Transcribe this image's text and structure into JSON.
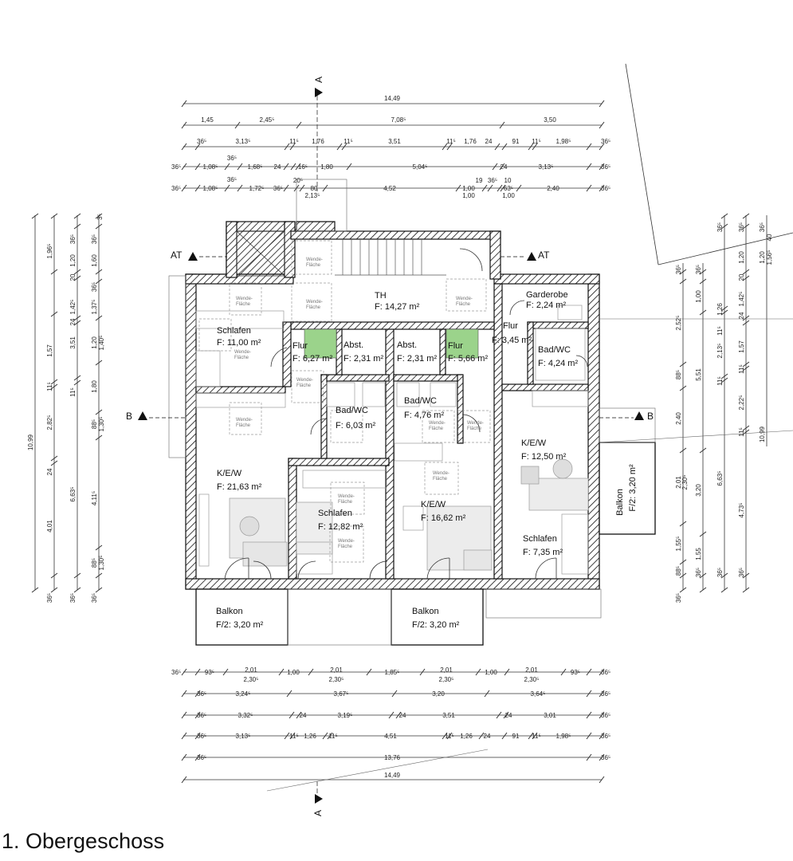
{
  "caption": "1. Obergeschoss",
  "section_markers": {
    "a": "A",
    "at": "AT",
    "b": "B"
  },
  "wende": "Wende-\nFläche",
  "rooms": {
    "th": {
      "name": "TH",
      "area": "F: 14,27 m²"
    },
    "garderobe": {
      "name": "Garderobe",
      "area": "F: 2,24 m²"
    },
    "schlafen1": {
      "name": "Schlafen",
      "area": "F: 11,00 m²"
    },
    "flur1": {
      "name": "Flur",
      "area": "F: 6,27 m²"
    },
    "abst1": {
      "name": "Abst.",
      "area": "F: 2,31 m²"
    },
    "abst2": {
      "name": "Abst.",
      "area": "F: 2,31 m²"
    },
    "flur2": {
      "name": "Flur",
      "area": "F: 5,66 m²"
    },
    "flur3": {
      "name": "Flur",
      "area": "F: 3,45 m²"
    },
    "bad3": {
      "name": "Bad/WC",
      "area": "F: 4,24 m²"
    },
    "bad1": {
      "name": "Bad/WC",
      "area": "F: 6,03 m²"
    },
    "bad2": {
      "name": "Bad/WC",
      "area": "F: 4,76 m²"
    },
    "kew1": {
      "name": "K/E/W",
      "area": "F: 21,63 m²"
    },
    "kew3": {
      "name": "K/E/W",
      "area": "F: 12,50 m²"
    },
    "schlafen2": {
      "name": "Schlafen",
      "area": "F: 12,82 m²"
    },
    "kew2": {
      "name": "K/E/W",
      "area": "F: 16,62 m²"
    },
    "schlafen3": {
      "name": "Schlafen",
      "area": "F: 7,35 m²"
    },
    "balkon1": {
      "name": "Balkon",
      "area": "F/2: 3,20 m²"
    },
    "balkon2": {
      "name": "Balkon",
      "area": "F/2: 3,20 m²"
    },
    "balkon3": {
      "name": "Balkon",
      "area": "F/2: 3,20 m²"
    }
  },
  "top_dims": {
    "row1": [
      "14,49"
    ],
    "row2": [
      "1,45",
      "2,45⁵",
      "7,08⁵",
      "3,50"
    ],
    "row3": [
      "36⁵",
      "3,13⁵",
      "11⁵",
      "1,76",
      "11⁵",
      "3,51",
      "11⁵",
      "1,76",
      "24",
      "91",
      "11⁵",
      "1,98⁵",
      "36⁵"
    ],
    "row4": [
      "36⁵",
      "1,08⁵",
      "36⁵",
      "1,68⁵",
      "24",
      "16⁵",
      "1,80",
      "5,04⁵",
      "24",
      "3,13⁵",
      "36⁵"
    ],
    "row5": [
      "36⁵",
      "1,08⁵",
      "36⁵",
      "1,72⁵",
      "36⁵",
      "20⁵",
      "80",
      "2,13⁵",
      "4,52",
      "1,00",
      "1,00",
      "19",
      "36⁵",
      "10",
      "63⁵",
      "1,00",
      "2,40",
      "36⁵"
    ]
  },
  "bottom_dims": {
    "row1": [
      "36⁵",
      "93⁵",
      "2,01",
      "2,30⁵",
      "1,00",
      "2,01",
      "2,30⁵",
      "1,85⁵",
      "2,01",
      "2,30⁵",
      "1,00",
      "2,01",
      "2,30⁵",
      "93⁵",
      "36⁵"
    ],
    "row2": [
      "36⁵",
      "3,24⁵",
      "3,67⁵",
      "3,20",
      "3,64⁵",
      "36⁵"
    ],
    "row3": [
      "36⁵",
      "3,32⁵",
      "24",
      "3,19⁵",
      "24",
      "3,51",
      "24",
      "3,01",
      "36⁵"
    ],
    "row4": [
      "36⁵",
      "3,13⁵",
      "11⁵",
      "1,26",
      "11⁵",
      "4,51",
      "11⁵",
      "1,26",
      "24",
      "91",
      "11⁵",
      "1,98⁵",
      "36⁵"
    ],
    "row5": [
      "36⁵",
      "13,76",
      "36⁵"
    ],
    "row6": [
      "14,49"
    ]
  },
  "left_dims": {
    "col1": [
      "10,99"
    ],
    "col2": [
      "1,96⁵",
      "1,57",
      "11⁵",
      "2,82⁵",
      "24",
      "4,01",
      "36⁵"
    ],
    "col3": [
      "36⁵",
      "1,20",
      "20",
      "1,42⁵",
      "24",
      "3,51",
      "11⁵",
      "6,63⁵",
      "36⁵"
    ],
    "col4": [
      "3⁵",
      "36⁵",
      "1,60",
      "36⁵",
      "1,37⁵",
      "1,20",
      "1,40⁵",
      "1,80",
      "88⁵",
      "1,30⁵",
      "4,11⁵",
      "88⁵",
      "1,30⁵",
      "36⁵"
    ]
  },
  "right_dims": {
    "col1": [
      "36⁵",
      "2,52⁵",
      "88⁵",
      "2,40",
      "2,01",
      "2,30⁵",
      "1,55⁵",
      "88⁵",
      "36⁵"
    ],
    "col2": [
      "36⁵",
      "1,00",
      "5,51",
      "3,20",
      "1,55",
      "36⁵"
    ],
    "col3": [
      "36⁵",
      "1,26",
      "11⁵",
      "2,13⁵",
      "11⁵",
      "6,63⁵",
      "36⁵"
    ],
    "col4": [
      "36⁵",
      "1,20",
      "20",
      "1,42⁵",
      "24",
      "1,57",
      "11⁵",
      "2,22⁵",
      "11⁵",
      "4,73⁵",
      "36⁵"
    ],
    "col5": [
      "36⁵",
      "1,20",
      "1,56⁵",
      "40",
      "10,99"
    ]
  }
}
